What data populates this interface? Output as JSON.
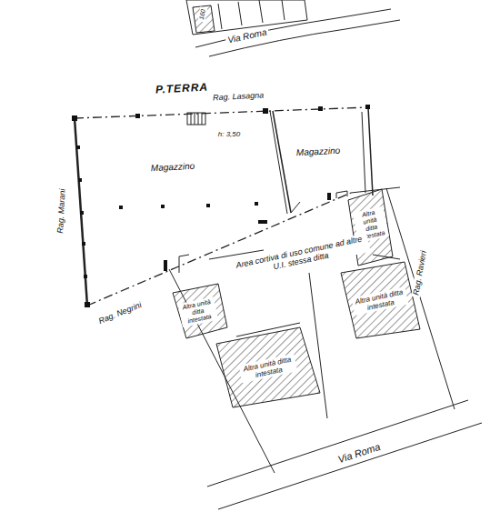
{
  "diagram": {
    "nodes": [
      {
        "text": [
          "Magazzino"
        ]
      },
      {
        "text": [
          "Magazzino"
        ]
      },
      {
        "text": [
          "Altra unità ditta intestata"
        ]
      },
      {
        "text": [
          "Altra unità ditta intestata"
        ]
      },
      {
        "text": [
          "Altra unità ditta intestata"
        ]
      },
      {
        "text": [
          "Altra unità ditta intestata"
        ]
      }
    ],
    "labels": [
      "P.TERRA",
      "Rag. Lasagna",
      "h: 3,50",
      "Rag. Marani",
      "Rag. Negrini",
      "Area cortiva di uso comune ad altre U.I. stessa ditta",
      "Rag. Ravieri",
      "Via Roma",
      "Via Roma",
      "160"
    ]
  }
}
